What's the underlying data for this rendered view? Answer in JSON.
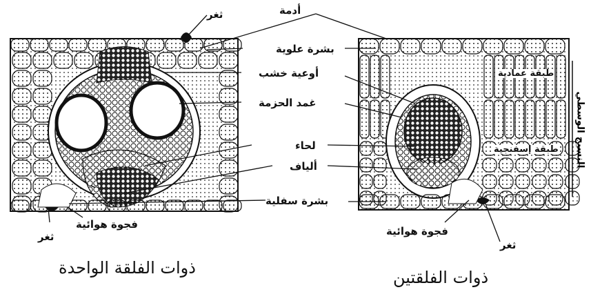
{
  "labels": {
    "cuticle": "أدمة",
    "stoma_top": "ثغر",
    "upper_epidermis": "بشرة علوية",
    "xylem": "أوعية خشب",
    "bundle_sheath": "غمد الحزمة",
    "phloem": "لحاء",
    "fibers": "ألياف",
    "lower_epidermis": "بشرة سفلية",
    "air_space_left": "فجوة هوائية",
    "stoma_left": "ثغر",
    "air_space_right": "فجوة هوائية",
    "stoma_right": "ثغر",
    "palisade": "طبقة عمادية",
    "spongy": "طبقة إسفنجية",
    "mesophyll": "النسيج الوسطي"
  },
  "titles": {
    "monocot": "ذوات الفلقة الواحدة",
    "dicot": "ذوات الفلقتين"
  }
}
